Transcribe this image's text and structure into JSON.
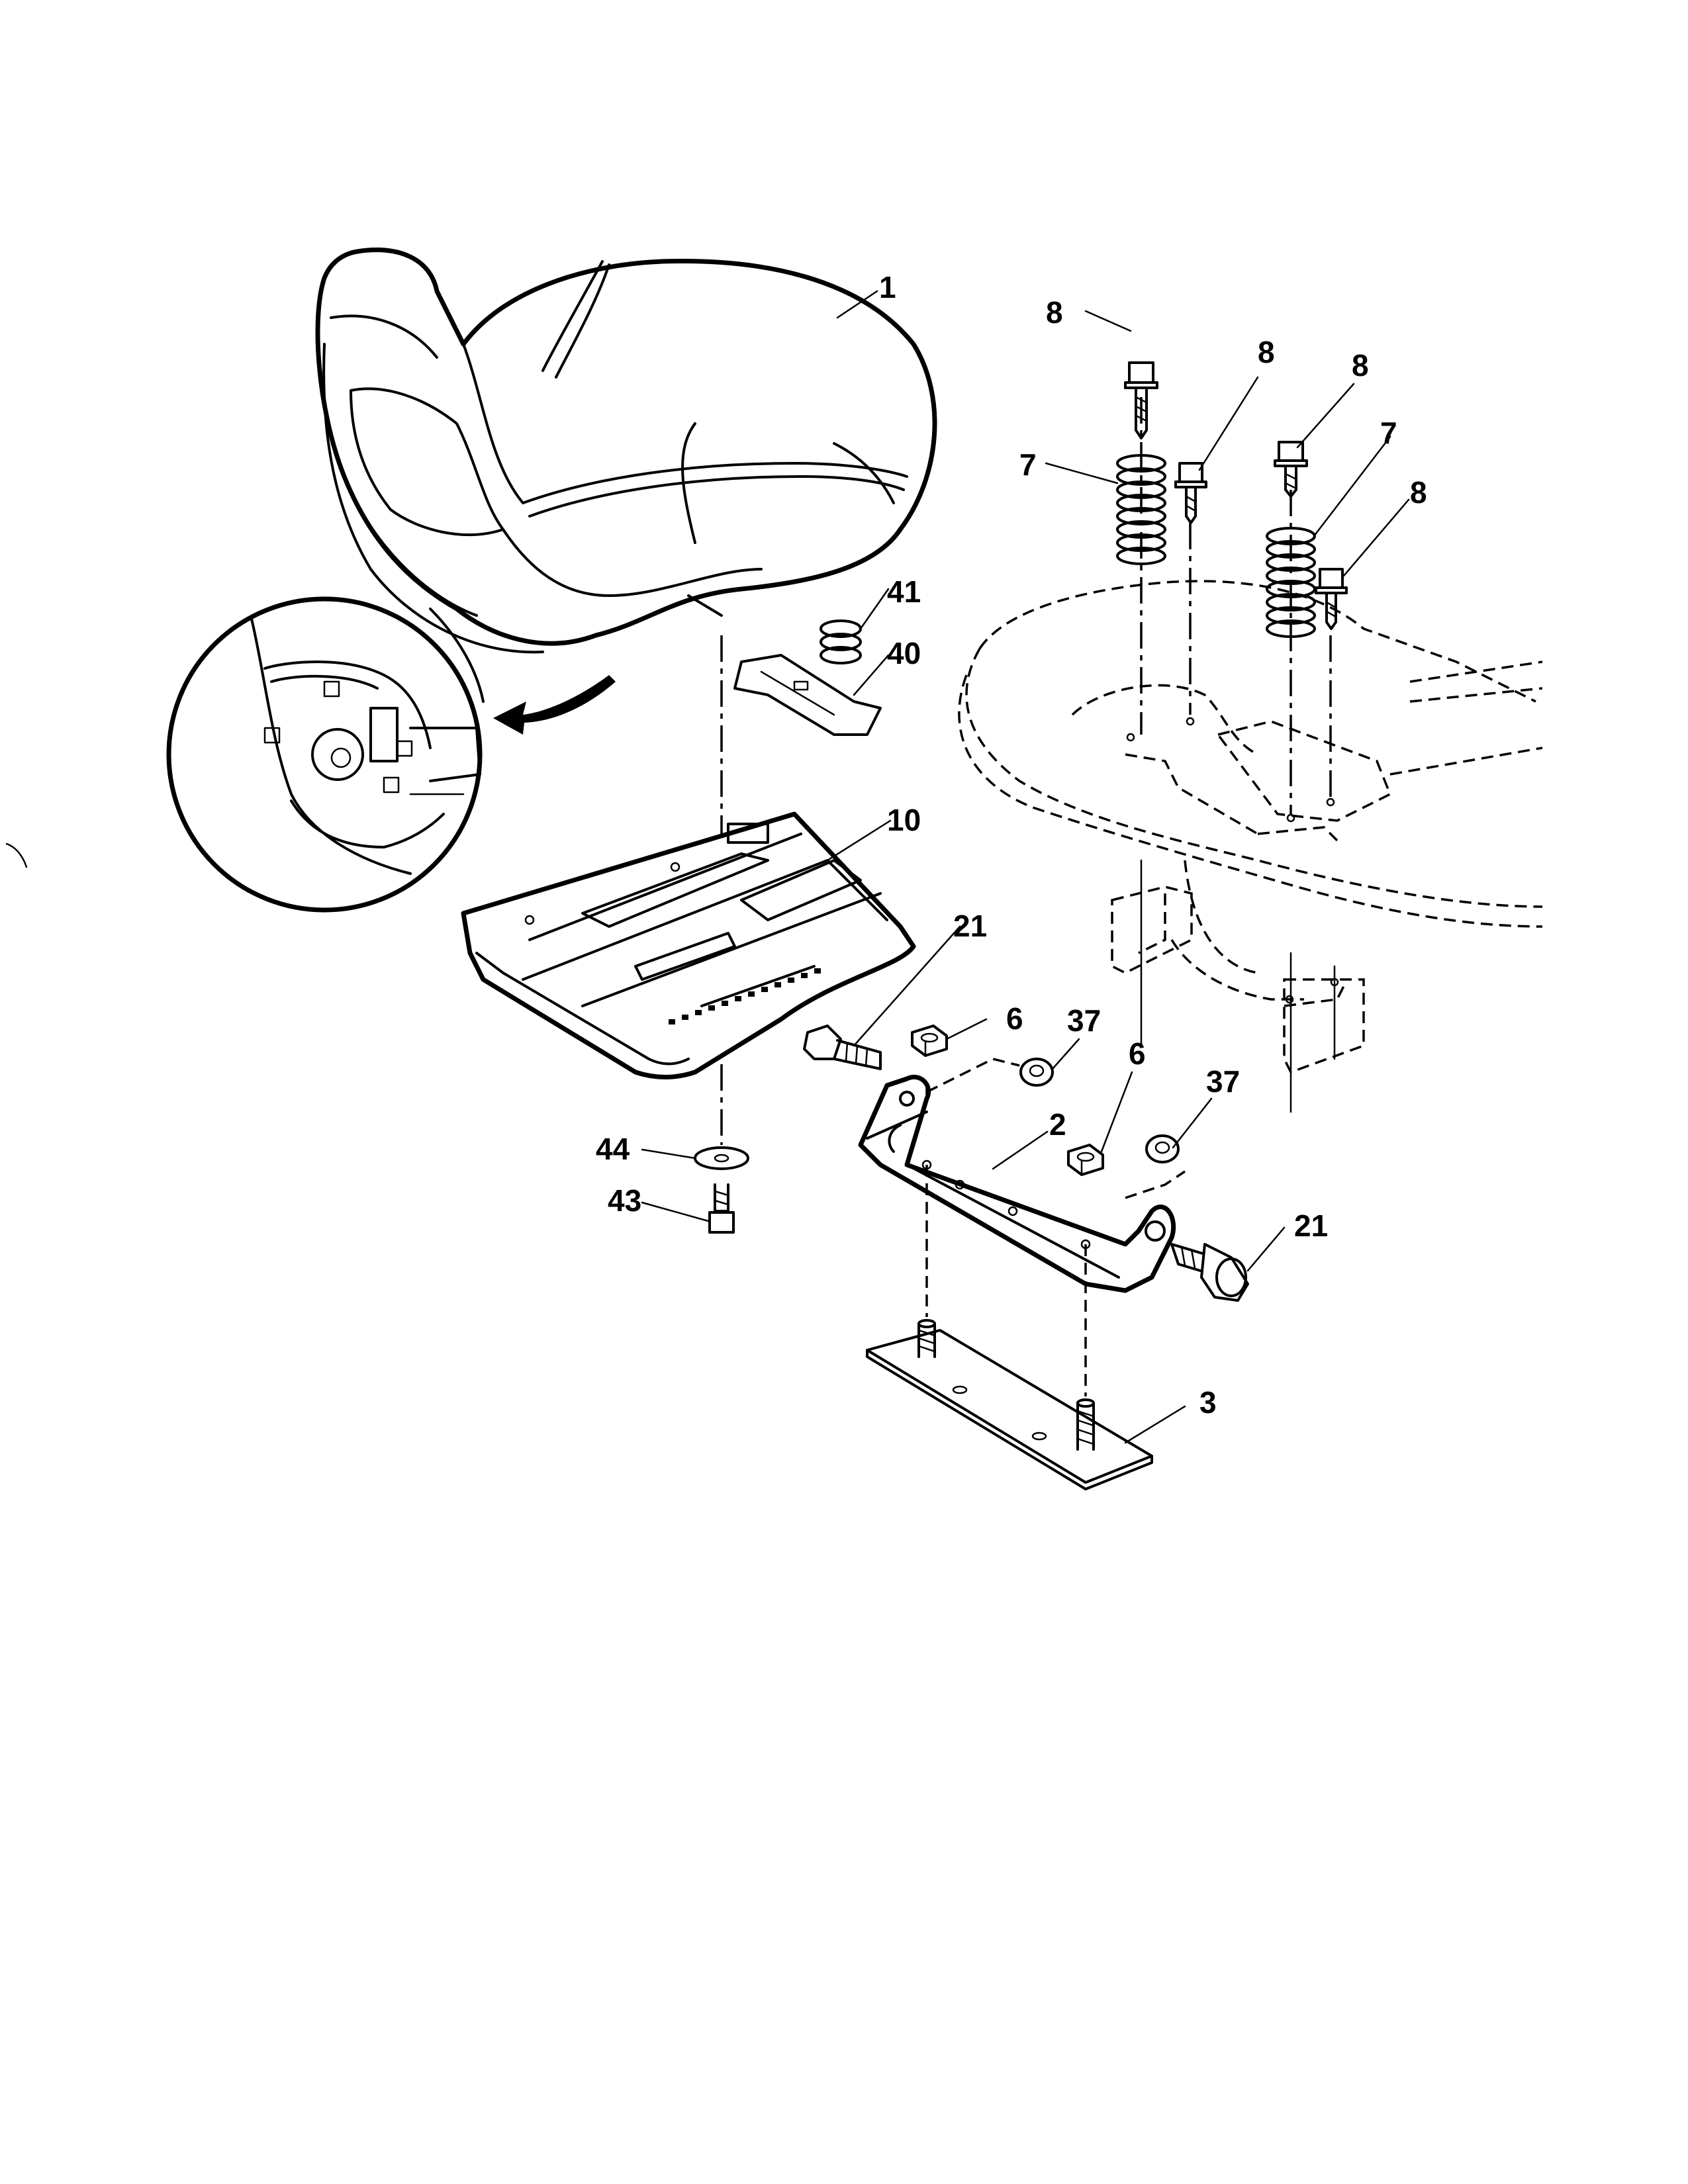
{
  "callouts": [
    {
      "id": "c1",
      "text": "1"
    },
    {
      "id": "c8a",
      "text": "8"
    },
    {
      "id": "c8b",
      "text": "8"
    },
    {
      "id": "c8c",
      "text": "8"
    },
    {
      "id": "c8d",
      "text": "8"
    },
    {
      "id": "c7a",
      "text": "7"
    },
    {
      "id": "c7b",
      "text": "7"
    },
    {
      "id": "c41",
      "text": "41"
    },
    {
      "id": "c40",
      "text": "40"
    },
    {
      "id": "c10",
      "text": "10"
    },
    {
      "id": "c21a",
      "text": "21"
    },
    {
      "id": "c21b",
      "text": "21"
    },
    {
      "id": "c6a",
      "text": "6"
    },
    {
      "id": "c6b",
      "text": "6"
    },
    {
      "id": "c37a",
      "text": "37"
    },
    {
      "id": "c37b",
      "text": "37"
    },
    {
      "id": "c2",
      "text": "2"
    },
    {
      "id": "c44",
      "text": "44"
    },
    {
      "id": "c43",
      "text": "43"
    },
    {
      "id": "c3",
      "text": "3"
    }
  ]
}
